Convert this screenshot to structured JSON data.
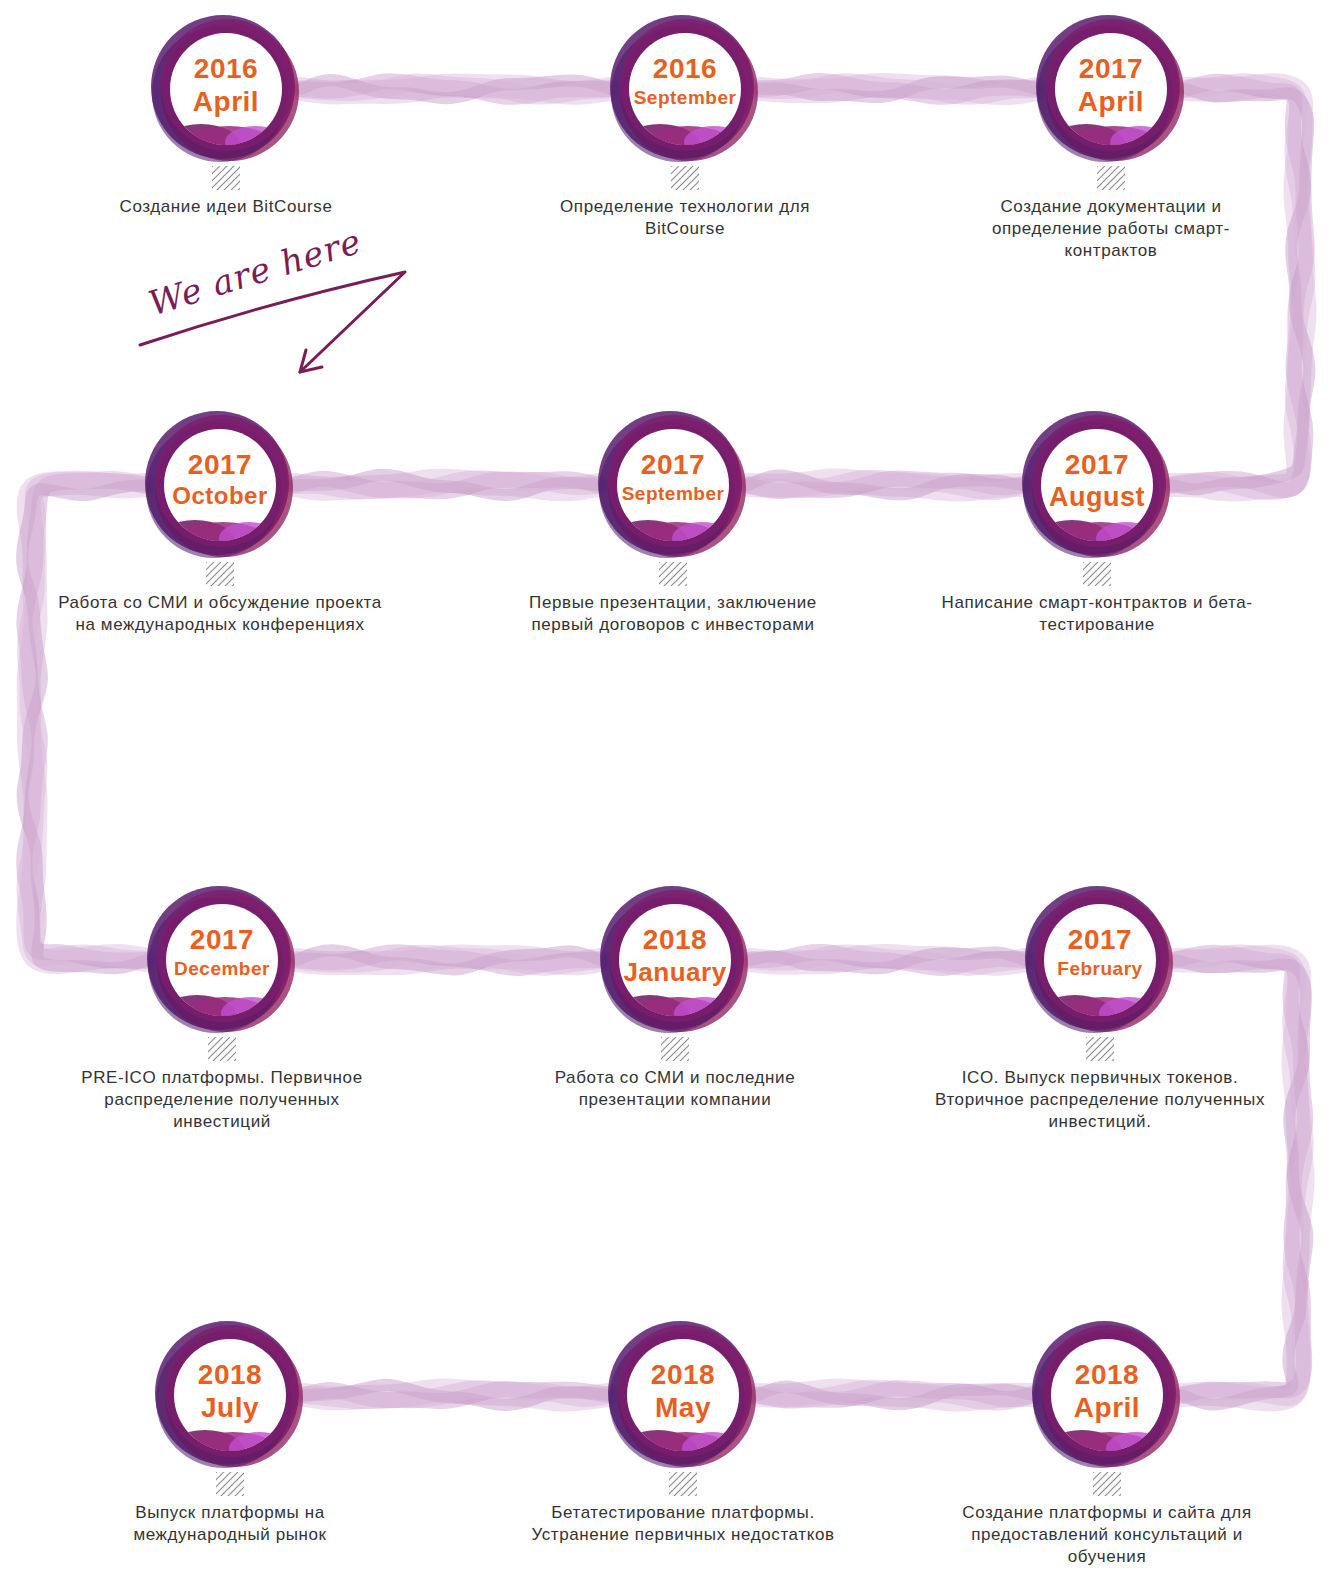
{
  "diagram": {
    "nodes": [
      {
        "text": [
          "2016",
          "April",
          "Создание идеи BitCourse"
        ]
      },
      {
        "text": [
          "2016",
          "September",
          "Определение технологии для BitCourse"
        ]
      },
      {
        "text": [
          "2017",
          "April",
          "Создание документации и определение работы смарт-контрактов"
        ]
      },
      {
        "text": [
          "2017",
          "August",
          "Написание смарт-контрактов и бета-тестирование"
        ]
      },
      {
        "text": [
          "2017",
          "September",
          "Первые презентации, заключение первый договоров с инвесторами"
        ]
      },
      {
        "text": [
          "2017",
          "October",
          "Работа со СМИ и обсуждение проекта на международных конференциях"
        ]
      },
      {
        "text": [
          "2017",
          "December",
          "PRE-ICO платформы. Первичное распределение полученных инвестиций"
        ]
      },
      {
        "text": [
          "2018",
          "January",
          "Работа со СМИ и последние презентации компании"
        ]
      },
      {
        "text": [
          "2017",
          "February",
          "ICO. Выпуск первичных токенов. Вторичное распределение полученных инвестиций."
        ]
      },
      {
        "text": [
          "2018",
          "April",
          "Создание платформы и сайта для предоставлений консультаций и обучения"
        ]
      },
      {
        "text": [
          "2018",
          "May",
          "Бетатестирование платформы. Устранение первичных недостатков"
        ]
      },
      {
        "text": [
          "2018",
          "July",
          "Выпуск платформы на международный рынок"
        ]
      }
    ],
    "edges": [
      {
        "from": 0,
        "to": 1,
        "arrow": "none"
      },
      {
        "from": 1,
        "to": 2,
        "arrow": "none"
      },
      {
        "from": 2,
        "to": 3,
        "arrow": "none"
      },
      {
        "from": 3,
        "to": 4,
        "arrow": "none"
      },
      {
        "from": 4,
        "to": 5,
        "arrow": "none"
      },
      {
        "from": 5,
        "to": 6,
        "arrow": "none"
      },
      {
        "from": 6,
        "to": 7,
        "arrow": "none"
      },
      {
        "from": 7,
        "to": 8,
        "arrow": "none"
      },
      {
        "from": 8,
        "to": 9,
        "arrow": "none"
      },
      {
        "from": 9,
        "to": 10,
        "arrow": "none"
      },
      {
        "from": 10,
        "to": 11,
        "arrow": "none"
      }
    ],
    "labels": [
      "We are here"
    ]
  }
}
